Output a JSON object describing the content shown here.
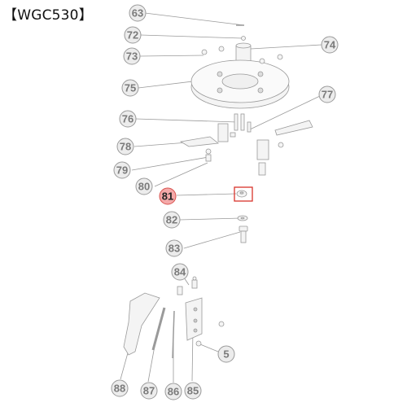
{
  "title": "【WGC530】",
  "highlighted_part": "81",
  "colors": {
    "badge_fill": "#ececec",
    "badge_stroke": "#9a9a9a",
    "highlight_fill": "#f4a9a9",
    "highlight_stroke": "#d9534f",
    "highlight_box": "#d9342b"
  },
  "parts": [
    {
      "number": "63",
      "icon": "pin"
    },
    {
      "number": "72",
      "icon": "pin"
    },
    {
      "number": "73",
      "icon": "nut"
    },
    {
      "number": "74",
      "icon": "hub-spacer"
    },
    {
      "number": "75",
      "icon": "blade-disc"
    },
    {
      "number": "76",
      "icon": "bolt"
    },
    {
      "number": "77",
      "icon": "blade"
    },
    {
      "number": "78",
      "icon": "blade"
    },
    {
      "number": "79",
      "icon": "bolt"
    },
    {
      "number": "80",
      "icon": "bolt"
    },
    {
      "number": "81",
      "icon": "nut"
    },
    {
      "number": "82",
      "icon": "washer"
    },
    {
      "number": "83",
      "icon": "bolt"
    },
    {
      "number": "84",
      "icon": "bolt"
    },
    {
      "number": "5",
      "icon": "bolt"
    },
    {
      "number": "85",
      "icon": "bracket"
    },
    {
      "number": "86",
      "icon": "rod"
    },
    {
      "number": "87",
      "icon": "rod"
    },
    {
      "number": "88",
      "icon": "guard-plate"
    }
  ]
}
